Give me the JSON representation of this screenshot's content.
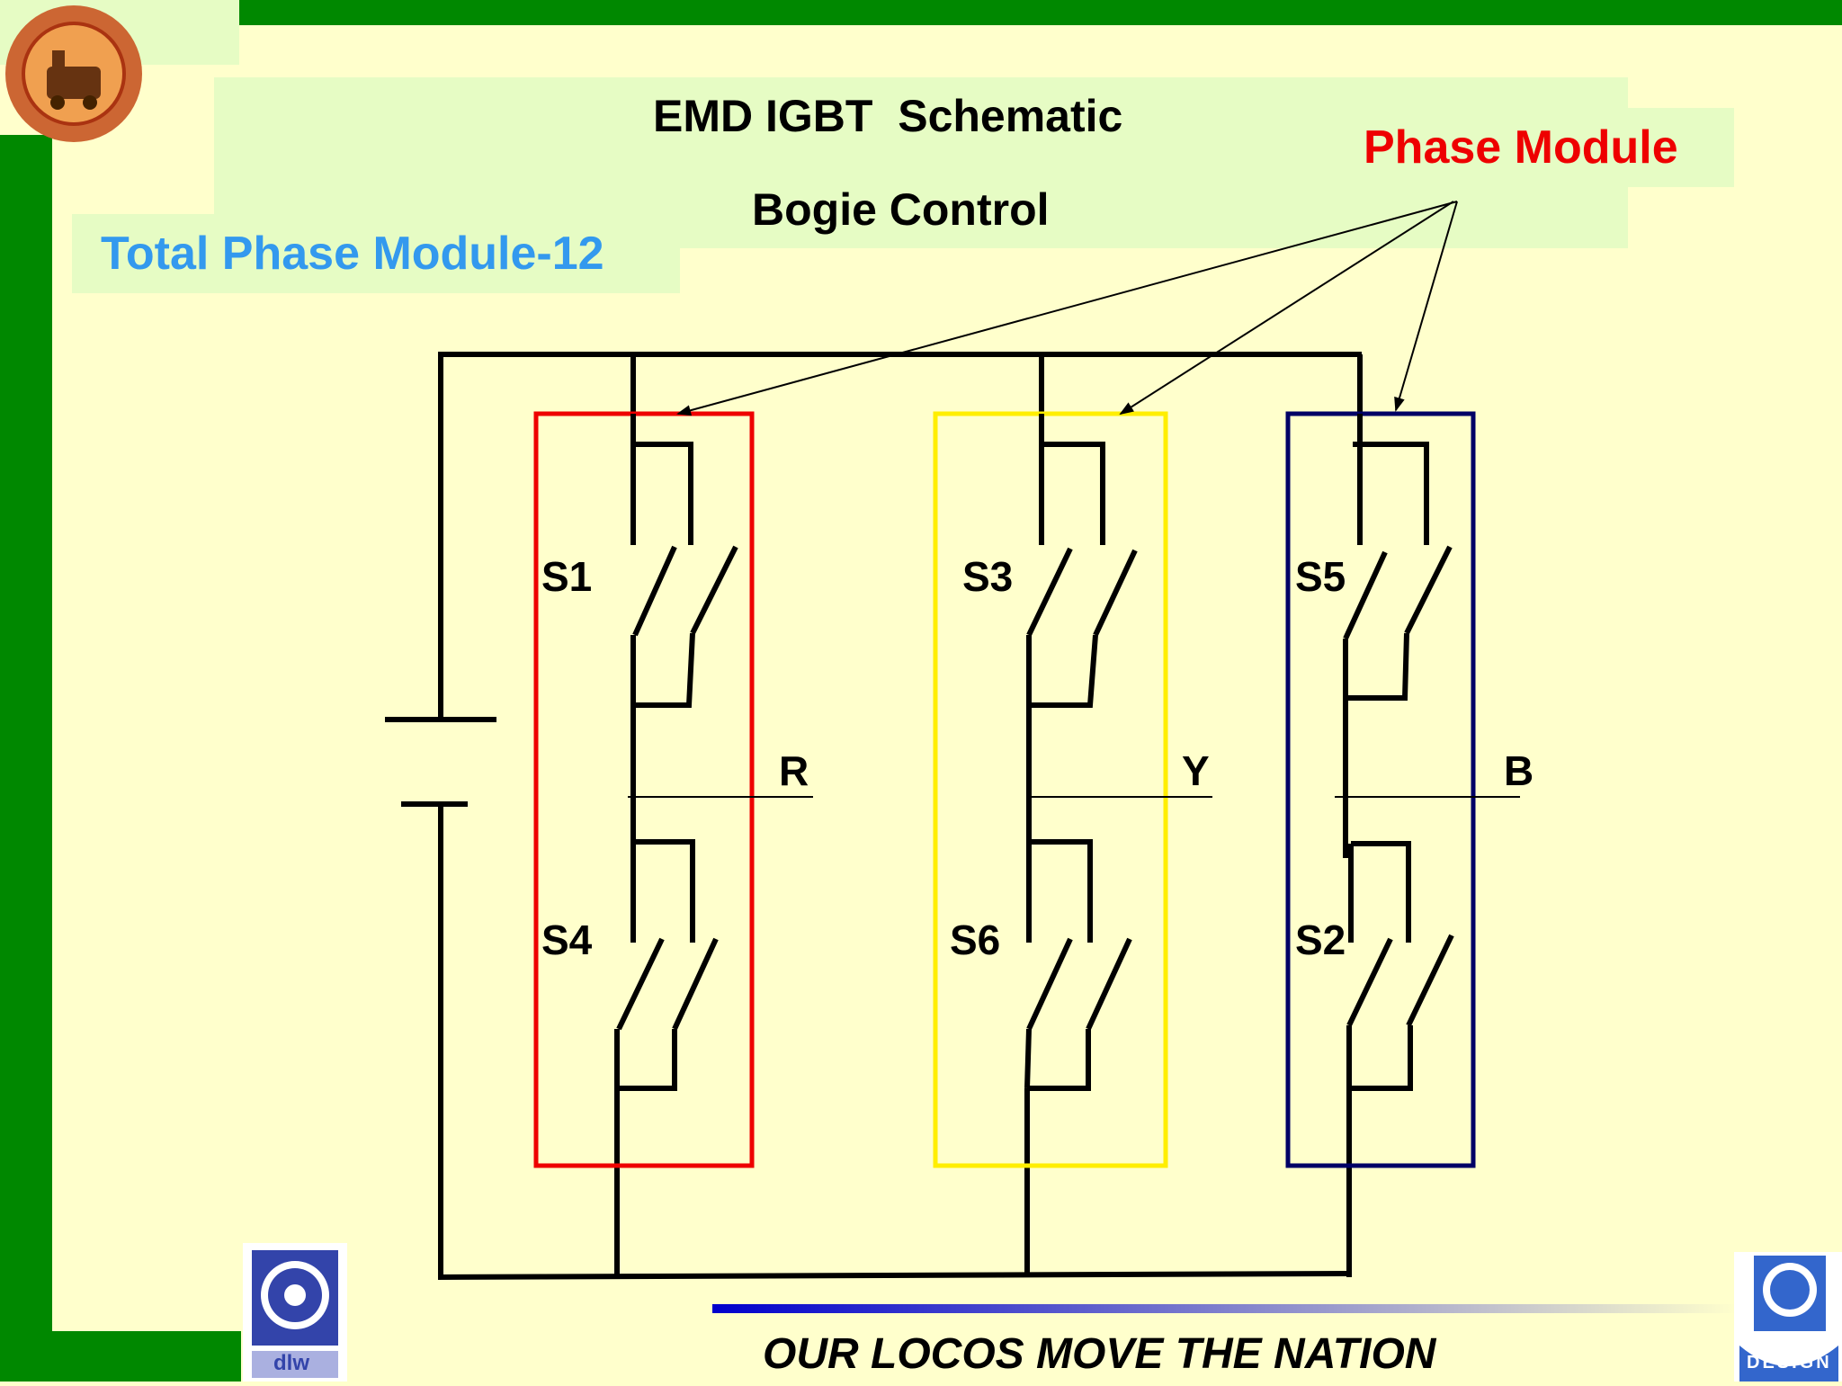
{
  "slide": {
    "title": "EMD IGBT  Schematic",
    "subtitle": "Bogie Control",
    "total_label": "Total Phase Module-12",
    "callout_label": "Phase Module",
    "footer_slogan": "OUR LOCOS MOVE THE NATION"
  },
  "switches": {
    "s1": "S1",
    "s3": "S3",
    "s5": "S5",
    "s4": "S4",
    "s6": "S6",
    "s2": "S2"
  },
  "phases": {
    "r": "R",
    "y": "Y",
    "b": "B"
  },
  "logos": {
    "bottom_left_text": "dlw",
    "bottom_right_text": "DESIGN"
  },
  "colors": {
    "background": "#ffffcc",
    "frame_green": "#008800",
    "title_box": "#e6fcc4",
    "module_r": "#ee0000",
    "module_y": "#ffee00",
    "module_b": "#000066",
    "callout": "#ee0000",
    "total_label": "#3399ee"
  }
}
